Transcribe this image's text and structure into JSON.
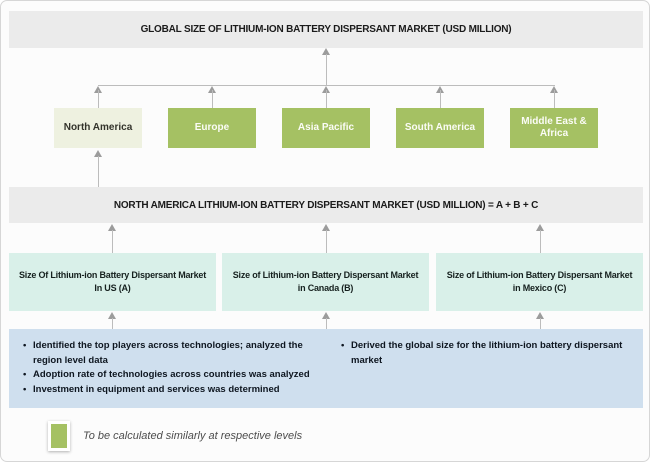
{
  "global_bar": {
    "label": "GLOBAL SIZE OF LITHIUM-ION BATTERY DISPERSANT MARKET (USD MILLION)"
  },
  "regions": [
    {
      "label": "North America",
      "highlighted": true
    },
    {
      "label": "Europe",
      "highlighted": false
    },
    {
      "label": "Asia Pacific",
      "highlighted": false
    },
    {
      "label": "South America",
      "highlighted": false
    },
    {
      "label": "Middle East & Africa",
      "highlighted": false
    }
  ],
  "na_bar": {
    "label": "NORTH AMERICA LITHIUM-ION BATTERY DISPERSANT MARKET (USD MILLION) = A + B + C"
  },
  "country_boxes": [
    {
      "line1": "Size Of Lithium-ion Battery Dispersant Market",
      "line2": "In US (A)"
    },
    {
      "line1": "Size of Lithium-ion Battery Dispersant Market",
      "line2": "in Canada (B)"
    },
    {
      "line1": "Size of Lithium-ion Battery Dispersant Market",
      "line2": "in Mexico (C)"
    }
  ],
  "methodology_box": {
    "left_bullets": [
      "Identified the top players across technologies; analyzed the region level data",
      "Adoption rate of technologies across countries was analyzed",
      "Investment in equipment and services was determined"
    ],
    "right_bullets": [
      "Derived the global size for the lithium-ion battery dispersant market"
    ]
  },
  "legend": {
    "label": "To be calculated similarly at respective levels"
  },
  "colors": {
    "bar_background": "#ebebeb",
    "region_green": "#a5c163",
    "highlight_cream": "#eef1e0",
    "country_teal": "#d9f0e9",
    "methodology_blue": "#cfdfee",
    "connector_gray": "#bcbcbc"
  }
}
